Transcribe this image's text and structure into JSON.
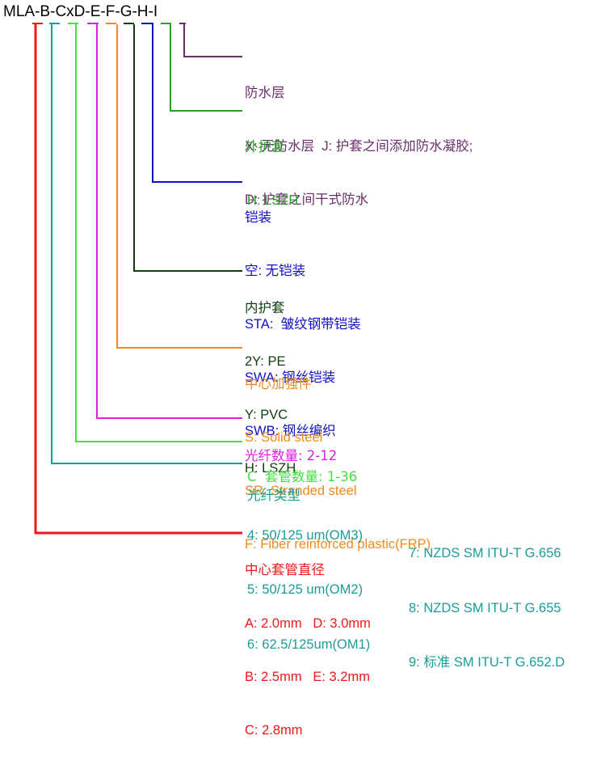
{
  "code": {
    "parts": [
      "M",
      "L",
      "A",
      "-",
      "B",
      "-",
      "C",
      "x",
      "D",
      "-",
      "E",
      "-",
      "F",
      "-",
      "G",
      "-",
      "H",
      "-",
      "I"
    ]
  },
  "waterproof": {
    "title": "防水层",
    "opts": [
      "X: 无防水层  J: 护套之间添加防水凝胶;",
      "D: 护套之间干式防水"
    ],
    "color": "#6b2f6b"
  },
  "outer_jacket": {
    "title": "外护套",
    "opts": [
      "H: LSZH"
    ],
    "color": "#2e9b2e"
  },
  "armor": {
    "title": "铠装",
    "opts": [
      "空: 无铠装",
      "STA:  皱纹钢带铠装",
      "SWA: 钢丝铠装",
      "SWB: 钢丝编织"
    ],
    "color": "#1010c8"
  },
  "inner_jacket": {
    "title": "内护套",
    "opts": [
      "2Y: PE",
      "Y: PVC",
      "H: LSZH"
    ],
    "color": "#0f3d0f"
  },
  "strength": {
    "title": "中心加强件",
    "opts": [
      "S: Solid steel",
      "SR: Stranded steel",
      "F: Fiber reinforced plastic(FRP)"
    ],
    "color": "#f08a1c"
  },
  "fiber_count": {
    "title": "光纤数量: 2-12",
    "color": "#e020e0"
  },
  "tube_count": {
    "title": "C  套管数量: 1-36",
    "color": "#44e044"
  },
  "fiber_type": {
    "title": "光纤类型",
    "rows": [
      [
        "4: 50/125 um(OM3)",
        "7: NZDS SM ITU-T G.656"
      ],
      [
        "5: 50/125 um(OM2)",
        "8: NZDS SM ITU-T G.655"
      ],
      [
        "6: 62.5/125um(OM1)",
        "9: 标准 SM ITU-T G.652.D"
      ]
    ],
    "color": "#1a9c98"
  },
  "tube_diameter": {
    "title": "中心套管直径",
    "opts": [
      "A: 2.0mm   D: 3.0mm",
      "B: 2.5mm   E: 3.2mm",
      "C: 2.8mm"
    ],
    "color": "#f01818"
  }
}
